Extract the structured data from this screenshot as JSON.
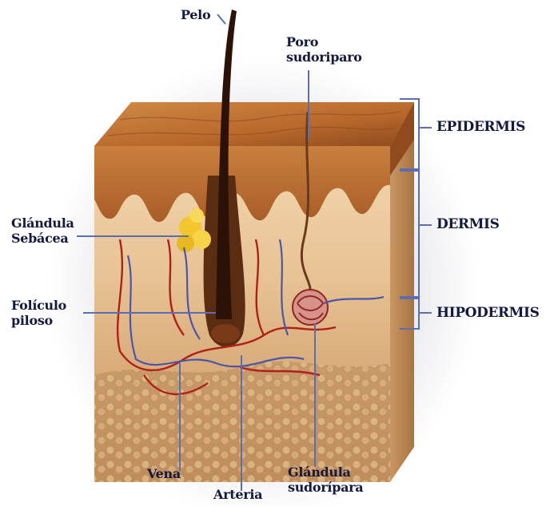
{
  "labels": {
    "hair": "Pelo",
    "sweat_pore_line1": "Poro",
    "sweat_pore_line2": "sudoriparo",
    "sebaceous_gland_line1": "Glándula",
    "sebaceous_gland_line2": "Sebácea",
    "hair_follicle_line1": "Folículo",
    "hair_follicle_line2": "piloso",
    "vein": "Vena",
    "artery": "Arteria",
    "sweat_gland_line1": "Glándula",
    "sweat_gland_line2": "sudorípara"
  },
  "layers": {
    "epidermis": "EPIDERMIS",
    "dermis": "DERMIS",
    "hypodermis": "HIPODERMIS"
  },
  "colors": {
    "label_text": "#14193f",
    "pointer_line": "#5b6fb0",
    "epidermis": "#c0773a",
    "dermis": "#e9c79a",
    "hypodermis": "#d4a978",
    "hair": "#3a1a0c",
    "artery": "#b0201b",
    "vein": "#4a56a8",
    "sebaceous_gland": "#f2c62c"
  }
}
